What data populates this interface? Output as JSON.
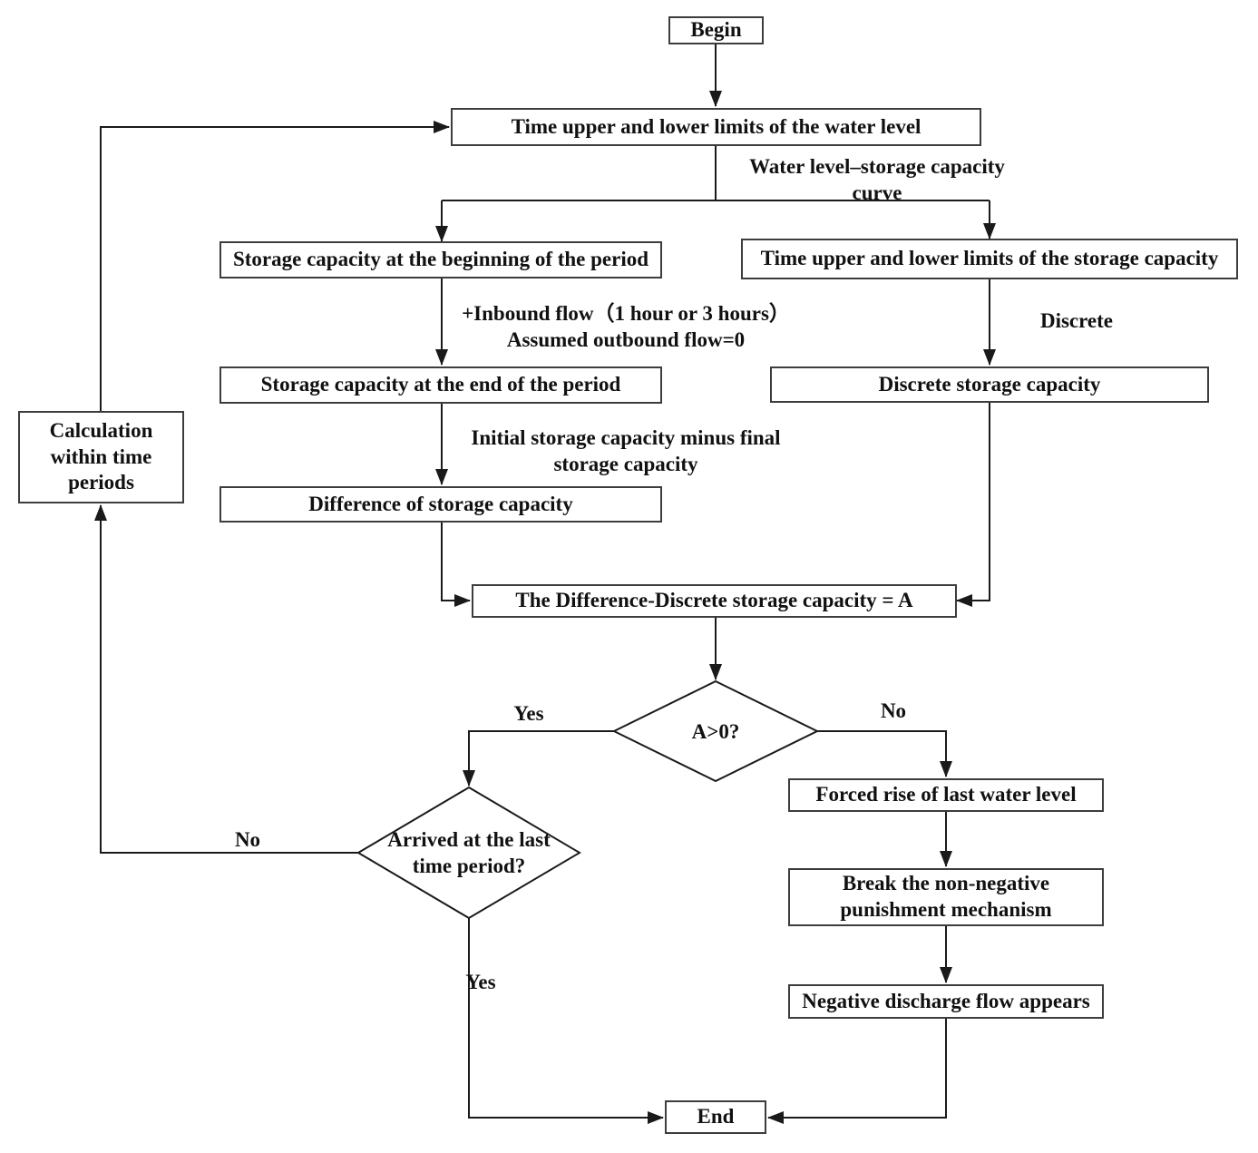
{
  "diagram": {
    "nodes": {
      "begin": "Begin",
      "water_level_limits": "Time upper and lower limits of the water level",
      "storage_beginning": "Storage capacity at the beginning of the period",
      "storage_capacity_limits": "Time upper and lower limits of the storage capacity",
      "storage_end": "Storage capacity at the end of the period",
      "discrete_storage": "Discrete storage capacity",
      "difference_storage": "Difference of storage capacity",
      "calculation_periods": "Calculation within time periods",
      "difference_equals_a": "The Difference-Discrete storage capacity = A",
      "decision_a": "A>0?",
      "decision_last_period": "Arrived at the last time period?",
      "forced_rise": "Forced rise of last water level",
      "break_punishment": "Break the non-negative punishment mechanism",
      "negative_discharge": "Negative discharge flow appears",
      "end": "End"
    },
    "edge_labels": {
      "water_curve": [
        "Water level–storage capacity",
        "curve"
      ],
      "inbound_flow": [
        "+Inbound flow（1 hour or 3 hours）",
        "Assumed outbound flow=0"
      ],
      "discrete": "Discrete",
      "initial_minus_final": [
        "Initial storage capacity minus final",
        "storage capacity"
      ],
      "decision_a_yes": "Yes",
      "decision_a_no": "No",
      "decision_last_no": "No",
      "decision_last_yes": "Yes"
    },
    "colors": {
      "background": "#ffffff",
      "line": "#1a1a1a",
      "box_border": "#3d3d3d",
      "text": "#111111"
    }
  }
}
